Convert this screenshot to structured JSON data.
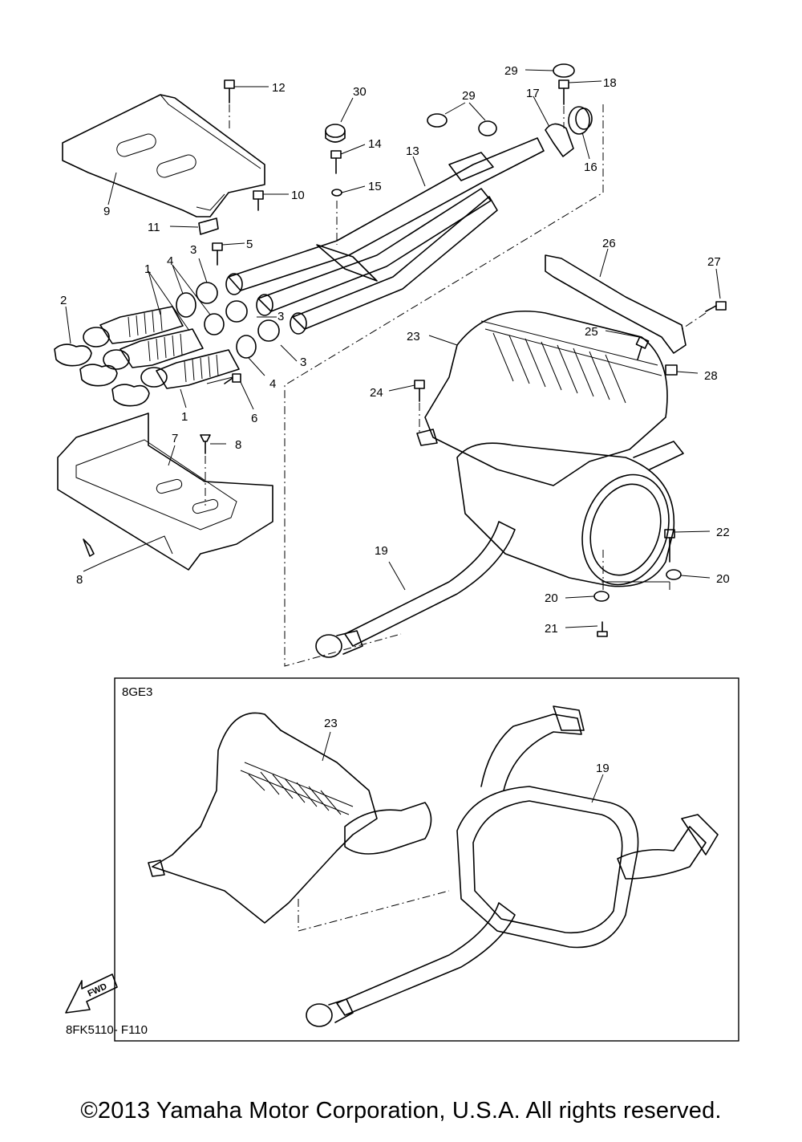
{
  "callouts": [
    "29",
    "18",
    "30",
    "29",
    "17",
    "12",
    "14",
    "13",
    "16",
    "15",
    "10",
    "9",
    "11",
    "5",
    "26",
    "27",
    "3",
    "4",
    "1",
    "2",
    "3",
    "23",
    "25",
    "3",
    "28",
    "24",
    "4",
    "6",
    "1",
    "8",
    "7",
    "22",
    "19",
    "8",
    "20",
    "20",
    "21",
    "23",
    "19"
  ],
  "variant_label": "8GE3",
  "fwd_label": "FWD",
  "drawing_code": "8FK5110- F110",
  "copyright": "©2013 Yamaha Motor Corporation, U.S.A. All rights reserved."
}
